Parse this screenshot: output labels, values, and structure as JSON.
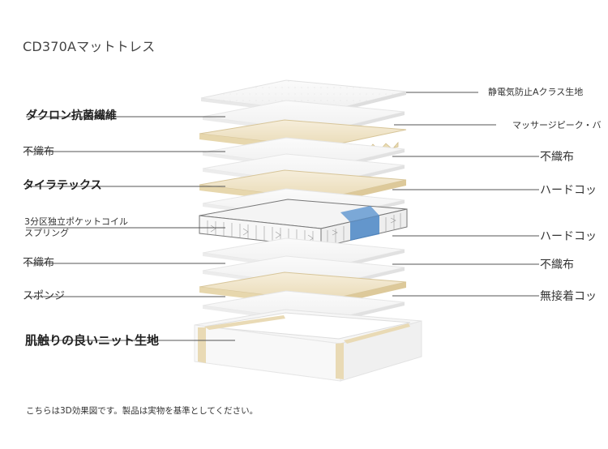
{
  "title": "CD370Aマットトレス",
  "footnote": "こちらは3D効果図です。製品は実物を基準としてください。",
  "left_labels": [
    {
      "id": "dacron",
      "text": "ダクロン抗菌繊維"
    },
    {
      "id": "nonwoven1",
      "text": "不織布"
    },
    {
      "id": "tyratex",
      "text": "タイラテックス"
    },
    {
      "id": "springs",
      "text": "3分区独立ポケットコイル\nスプリング"
    },
    {
      "id": "nonwoven2",
      "text": "不織布"
    },
    {
      "id": "sponge",
      "text": "スポンジ"
    },
    {
      "id": "knit",
      "text": "肌触りの良いニット生地"
    }
  ],
  "right_labels": [
    {
      "id": "antistatic",
      "text": "静電気防止Aクラス生地"
    },
    {
      "id": "massage",
      "text": "マッサージピーク・バ"
    },
    {
      "id": "nonwoven_r1",
      "text": "不織布"
    },
    {
      "id": "hardcot1",
      "text": "ハードコッ"
    },
    {
      "id": "hardcot2",
      "text": "ハードコッ"
    },
    {
      "id": "nonwoven_r2",
      "text": "不織布"
    },
    {
      "id": "mucot",
      "text": "無接着コッ"
    }
  ],
  "colors": {
    "sheet": "#f7f7f7",
    "sheet_edge": "#e4e4e4",
    "foam": "#f1e6cc",
    "foam_edge": "#d9c89b",
    "spring_zone": "#4a86c5",
    "leader": "#555555"
  }
}
